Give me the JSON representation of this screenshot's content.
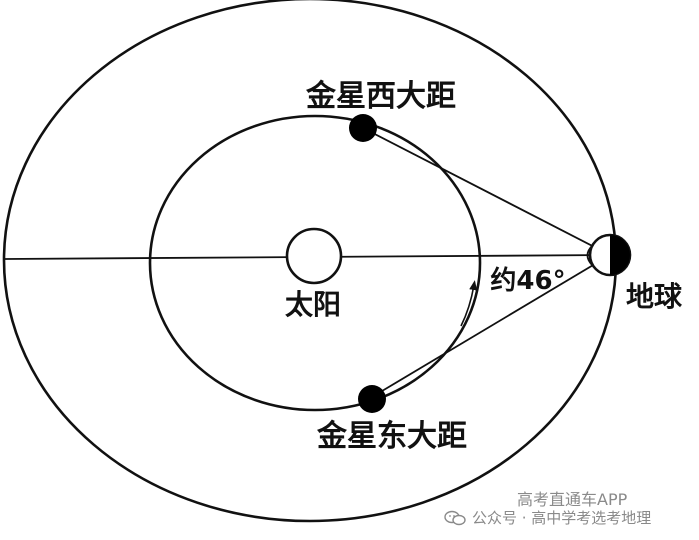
{
  "diagram": {
    "labels": {
      "western_elongation": "金星西大距",
      "eastern_elongation": "金星东大距",
      "sun": "太阳",
      "earth": "地球",
      "angle": "约46°"
    },
    "colors": {
      "line": "#111111",
      "planet_fill": "#000000",
      "background": "#ffffff"
    }
  },
  "watermark": {
    "app_name": "高考直通车APP",
    "account_text": "公众号 · 高中学考选考地理",
    "icon": "wechat-icon",
    "color": "#8a8a8a"
  }
}
